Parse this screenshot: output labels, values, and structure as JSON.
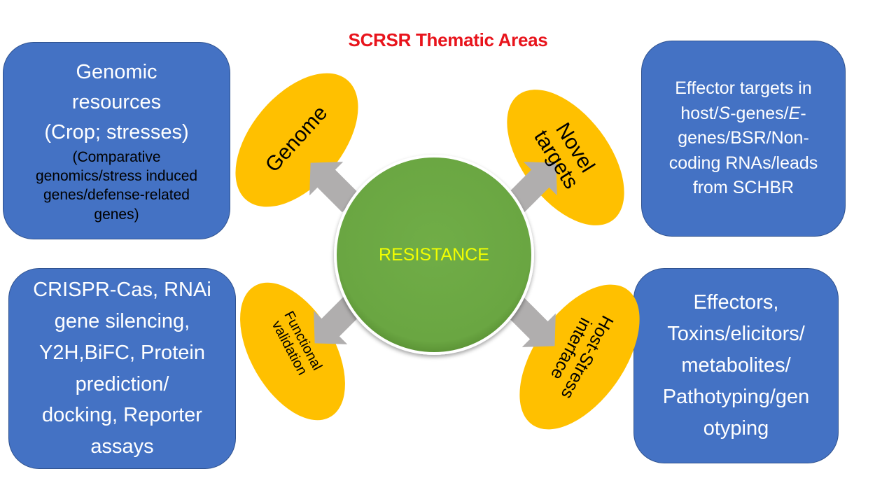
{
  "title": "SCRSR Thematic Areas",
  "colors": {
    "title": "#e8141c",
    "box_fill": "#4472c4",
    "ellipse_fill": "#ffc000",
    "center_fill": "#70ad47",
    "center_text": "#f2ff00",
    "arrow_fill": "#b0aeae"
  },
  "center": {
    "label": "RESISTANCE"
  },
  "ellipses": {
    "top_left": {
      "label": "Genome"
    },
    "top_right": {
      "lines": [
        "Novel",
        "targets"
      ]
    },
    "bottom_left": {
      "lines": [
        "Functional",
        "validation"
      ]
    },
    "bottom_right": {
      "lines": [
        "Host-Stress",
        "interface"
      ]
    }
  },
  "boxes": {
    "top_left": {
      "main_lines": [
        "Genomic",
        "resources",
        "(Crop; stresses)"
      ],
      "sub_lines": [
        "(Comparative",
        "genomics/stress induced",
        "genes/defense-related",
        "genes)"
      ]
    },
    "top_right": {
      "line1": "Effector targets in",
      "line2_a": "host/",
      "line2_b": "S",
      "line2_c": "-genes/",
      "line2_d": "E",
      "line2_e": "-",
      "line3": "genes/BSR/Non-",
      "line4": "coding RNAs/leads",
      "line5": "from SCHBR"
    },
    "bottom_left": {
      "main_lines": [
        "CRISPR-Cas, RNAi",
        "gene silencing,",
        "Y2H,BiFC, Protein",
        "prediction/",
        "docking, Reporter",
        "assays"
      ]
    },
    "bottom_right": {
      "main_lines": [
        "Effectors,",
        "Toxins/elicitors/",
        "metabolites/",
        "Pathotyping/gen",
        "otyping"
      ]
    }
  }
}
